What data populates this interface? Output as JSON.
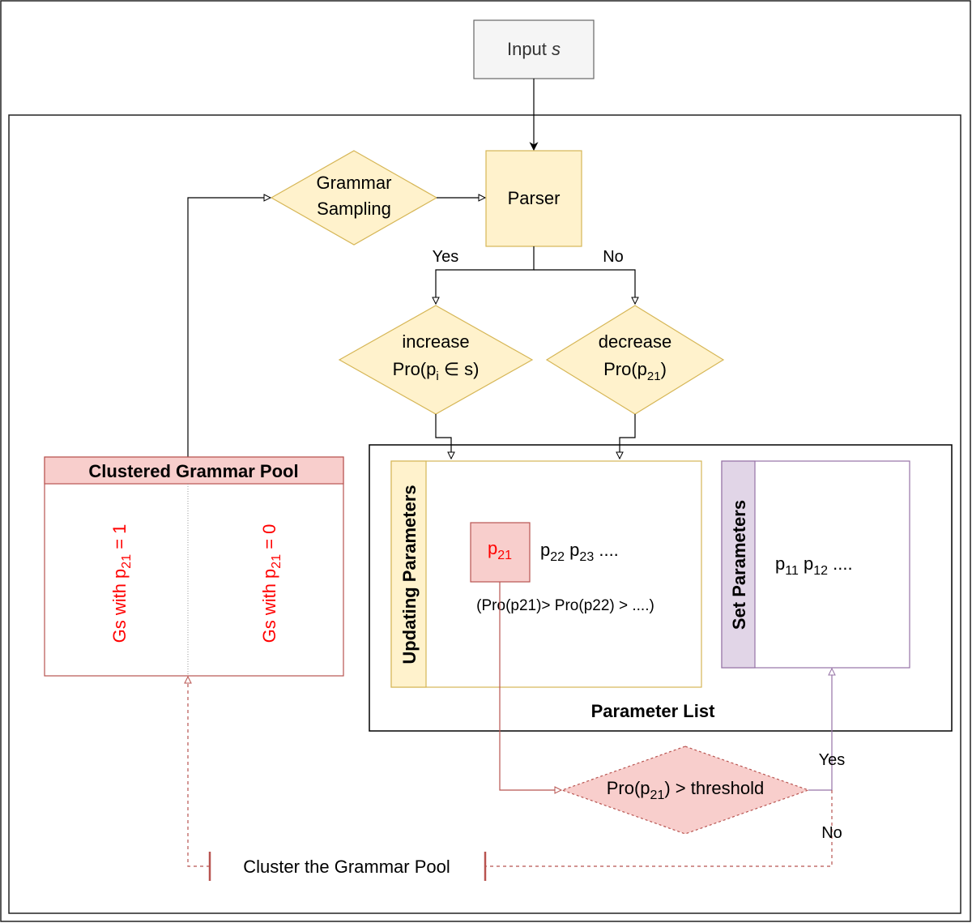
{
  "input": {
    "label": "Input",
    "var": "s"
  },
  "parser": {
    "label": "Parser"
  },
  "grammar_sampling": {
    "line1": "Grammar",
    "line2": "Sampling"
  },
  "branch": {
    "yes": "Yes",
    "no": "No"
  },
  "increase": {
    "line1": "increase",
    "line2_a": "Pro(p",
    "line2_sub": "i",
    "line2_b": " ∈ s)"
  },
  "decrease": {
    "line1": "decrease",
    "line2_a": "Pro(p",
    "line2_sub": "21",
    "line2_b": ")"
  },
  "pool": {
    "title": "Clustered Grammar Pool",
    "left": {
      "a": "Gs with p",
      "sub": "21",
      "b": " = 1"
    },
    "right": {
      "a": "Gs with p",
      "sub": "21",
      "b": " = 0"
    }
  },
  "parameter_list": {
    "title": "Parameter List",
    "updating": {
      "title": "Updating Parameters",
      "highlight": {
        "p": "p",
        "sub": "21"
      },
      "others": [
        {
          "p": "p",
          "sub": "22"
        },
        {
          "p": "p",
          "sub": "23"
        }
      ],
      "ellipsis": "....",
      "order_text": "(Pro(p21)> Pro(p22) > ....)"
    },
    "set": {
      "title": "Set Parameters",
      "items": [
        {
          "p": "p",
          "sub": "11"
        },
        {
          "p": "p",
          "sub": "12"
        }
      ],
      "ellipsis": "...."
    }
  },
  "threshold": {
    "a": "Pro(p",
    "sub": "21",
    "b": ") > threshold",
    "yes": "Yes",
    "no": "No"
  },
  "cluster": {
    "label": "Cluster the Grammar Pool"
  },
  "colors": {
    "yellow_fill": "#fff2cc",
    "yellow_stroke": "#d6b656",
    "red_fill": "#f8cecc",
    "red_stroke": "#b85450",
    "red_text": "#ff0000",
    "purple_fill": "#e1d5e7",
    "purple_stroke": "#9673a6",
    "grey_fill": "#f5f5f5",
    "grey_stroke": "#666666"
  }
}
